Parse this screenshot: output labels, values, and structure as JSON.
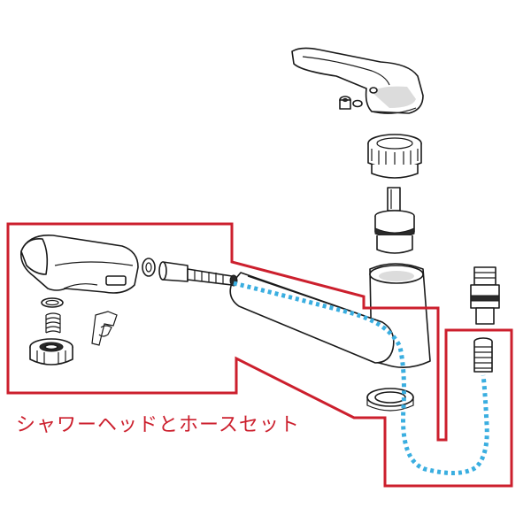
{
  "caption": {
    "text": "シャワーヘッドとホースセット"
  },
  "colors": {
    "outline": "#cc1f2d",
    "hose": "#3aaee0",
    "line": "#1a1a1a"
  },
  "parts": [
    "lever-handle",
    "set-screw",
    "bonnet-nut",
    "cartridge",
    "faucet-body",
    "mounting-nut",
    "shower-head",
    "head-seal-ring",
    "head-spring",
    "head-cap-nut",
    "hose-clip",
    "hose-o-ring",
    "hose-connector",
    "hose-end-fitting",
    "under-sink-connector"
  ]
}
